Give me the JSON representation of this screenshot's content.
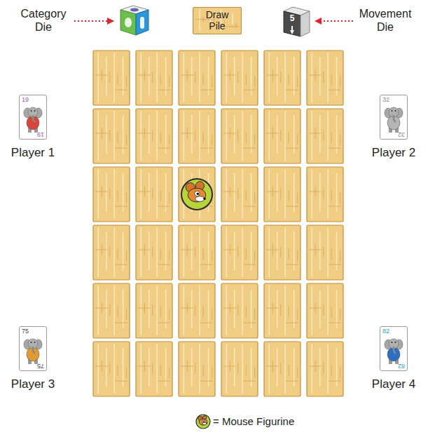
{
  "diagram": {
    "nodes": [
      {
        "text": [
          "Draw Pile"
        ]
      },
      {
        "text": [
          "5"
        ]
      },
      {
        "text": [
          "19",
          "19",
          "Player 1"
        ]
      },
      {
        "text": [
          "32",
          "32",
          "Player 2"
        ]
      },
      {
        "text": [
          "75",
          "75",
          "Player 3"
        ]
      },
      {
        "text": [
          "82",
          "82",
          "Player 4"
        ]
      }
    ],
    "labels": [
      "Category Die",
      "Movement Die"
    ],
    "legend": [
      {
        "text": "= Mouse Figurine"
      }
    ]
  }
}
